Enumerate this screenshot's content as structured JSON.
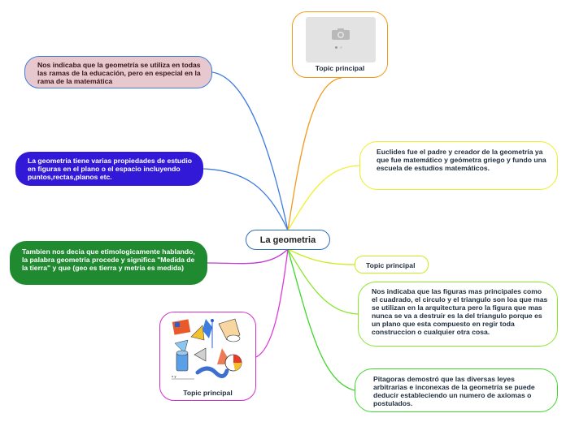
{
  "center": {
    "label": "La geometria"
  },
  "nodes": {
    "pink": {
      "text": "Nos indicaba que la geometría se utiliza en todas las ramas de la educación, pero en especial en la rama de la matemática"
    },
    "blue": {
      "text": "La geometria tiene varias propiedades de estudio en figuras en el plano o el espacio incluyendo puntos,rectas,planos etc."
    },
    "green": {
      "text": "Tambien nos decia que etimologicamente hablando, la palabra geometria procede y significa \"Medida de la tierra\" y que (geo es tierra y metria es medida)"
    },
    "image_top": {
      "caption": "Topic principal",
      "icon": "camera-icon"
    },
    "euclides": {
      "text": "Euclides fue el padre y creador de la geometría ya que fue matemático y geómetra griego y fundo una escuela de estudios matemáticos."
    },
    "topic": {
      "text": "Topic principal"
    },
    "figuras": {
      "text": "Nos indicaba que las figuras mas principales como el cuadrado, el circulo y el triangulo son loa que mas se utilizan en la arquitectura pero la figura que mas nunca se va a destruir es la del triangulo porque es un plano que esta compuesto en regir toda construccion o cualquier otra cosa."
    },
    "pitagoras": {
      "text": "Pitagoras demostró que las diversas leyes arbitrarias e inconexas de la geometría se puede deducir estableciendo un numero de axiomas o postulados."
    },
    "image_bottom": {
      "caption": "Topic principal",
      "icon": "geometry-shapes-illustration"
    }
  },
  "colors": {
    "pink_edge": "#3f7be0",
    "blue_edge": "#3f7be0",
    "green_edge": "#c03ad0",
    "image_top_edge": "#f29a1a",
    "euclides_edge": "#f0f02a",
    "topic_edge": "#c8ee1c",
    "figuras_edge": "#8be62a",
    "pitagoras_edge": "#3fd72a",
    "image_bottom_edge": "#e03ad8"
  }
}
